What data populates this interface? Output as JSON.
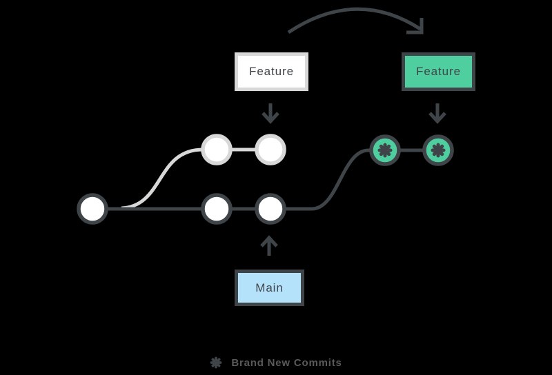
{
  "colors": {
    "background": "#000000",
    "dark": "#3F4448",
    "green": "#4FCFA0",
    "light_gray": "#D8D8D8",
    "light_blue": "#B5E2FB",
    "white": "#FFFFFF",
    "legend_text": "#595A5C"
  },
  "boxes": {
    "feature_before": {
      "label": "Feature",
      "style": "white-faded-border"
    },
    "feature_after": {
      "label": "Feature",
      "style": "green-dark-border"
    },
    "main": {
      "label": "Main",
      "style": "blue-dark-border"
    }
  },
  "legend": {
    "icon": "new-commit-asterisk-icon",
    "label": "Brand New Commits"
  },
  "graph": {
    "root_commits": 1,
    "main_branch_commits": 2,
    "old_feature_commits": 2,
    "new_feature_commits": 2,
    "new_commit_marker": "asterisk"
  }
}
